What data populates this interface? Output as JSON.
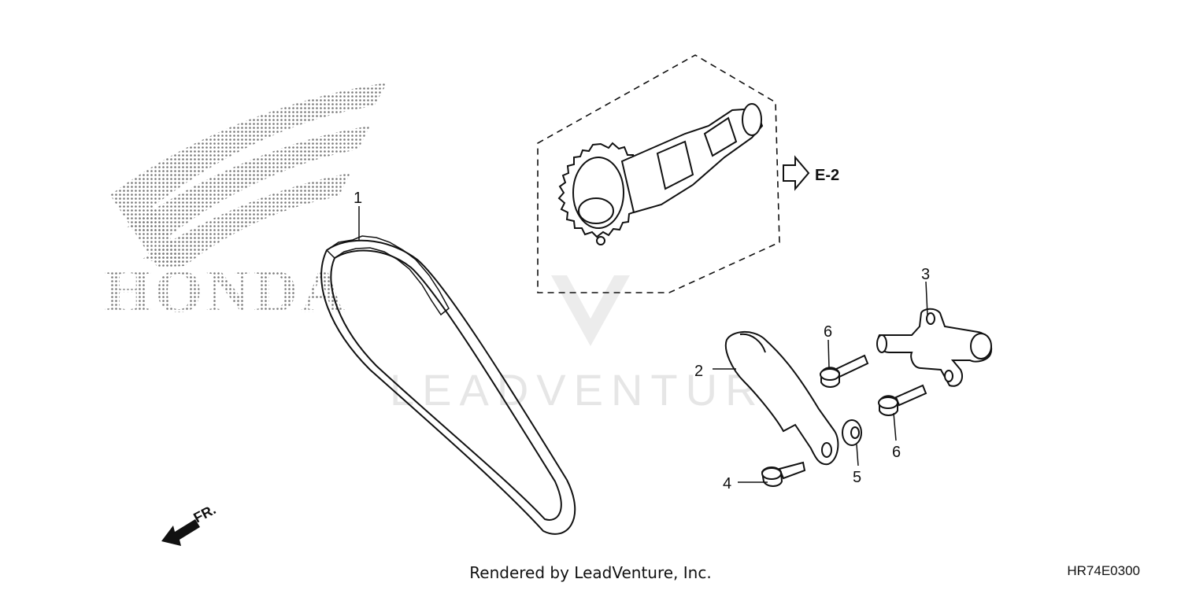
{
  "brand": {
    "logo_text": "HONDA",
    "watermark": "LEADVENTURE"
  },
  "callouts": {
    "c1": "1",
    "c2": "2",
    "c3": "3",
    "c4": "4",
    "c5": "5",
    "c6a": "6",
    "c6b": "6"
  },
  "reference": {
    "label": "E-2"
  },
  "direction": {
    "label": "FR."
  },
  "footer": {
    "credit": "Rendered by LeadVenture, Inc.",
    "diagram_code": "HR74E0300"
  },
  "colors": {
    "line": "#111111",
    "logo_dots": "#777777",
    "watermark": "#e6e6e6"
  }
}
